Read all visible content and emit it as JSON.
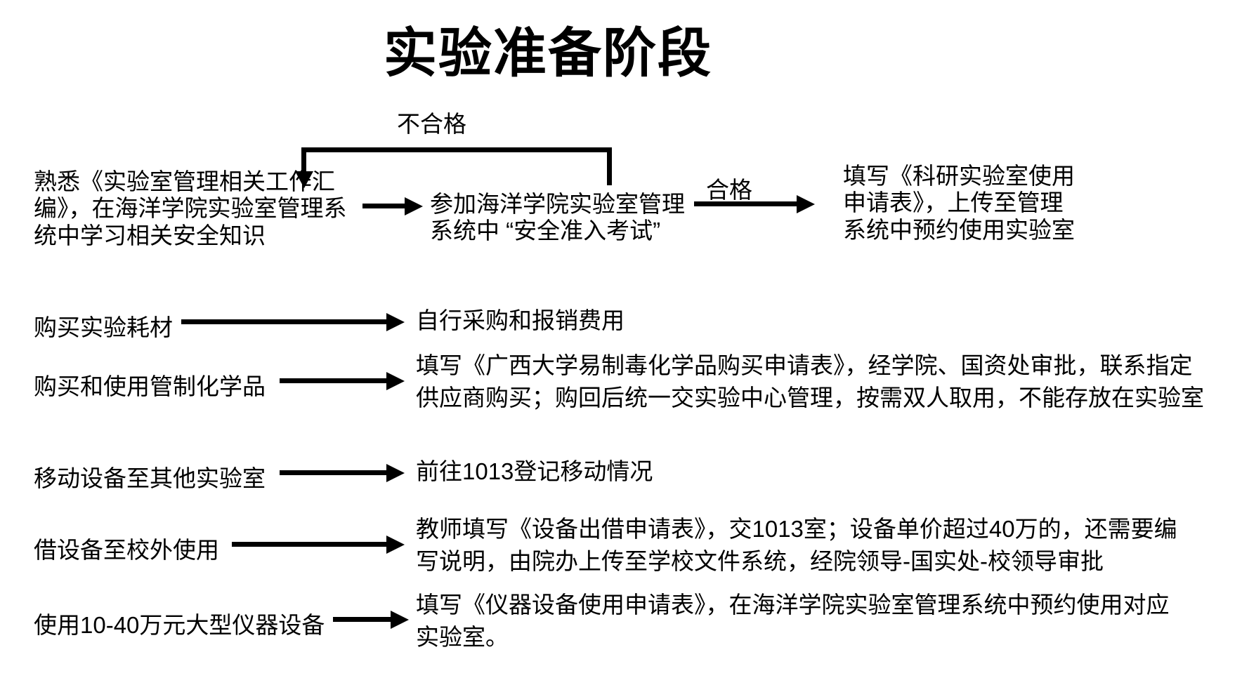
{
  "title": "实验准备阶段",
  "colors": {
    "ink": "#000000",
    "background": "#ffffff"
  },
  "safety_flow": {
    "fail_label": "不合格",
    "pass_label": "合格",
    "step_study": "熟悉《实验室管理相关工作汇\n编》，在海洋学院实验室管理系\n统中学习相关安全知识",
    "step_exam": "参加海洋学院实验室管理\n系统中 “安全准入考试”",
    "step_apply": "填写《科研实验室使用\n申请表》，上传至管理\n系统中预约使用实验室"
  },
  "procedure_rows": [
    {
      "label": "购买实验耗材",
      "result": "自行采购和报销费用"
    },
    {
      "label": "购买和使用管制化学品",
      "result": "填写《广西大学易制毒化学品购买申请表》，经学院、国资处审批，联系指定\n供应商购买；购回后统一交实验中心管理，按需双人取用，不能存放在实验室"
    },
    {
      "label": "移动设备至其他实验室",
      "result": "前往1013登记移动情况"
    },
    {
      "label": "借设备至校外使用",
      "result": "教师填写《设备出借申请表》，交1013室；设备单价超过40万的，还需要编\n写说明，由院办上传至学校文件系统，经院领导-国实处-校领导审批"
    },
    {
      "label": "使用10-40万元大型仪器设备",
      "result": "填写《仪器设备使用申请表》，在海洋学院实验室管理系统中预约使用对应\n实验室。"
    }
  ]
}
